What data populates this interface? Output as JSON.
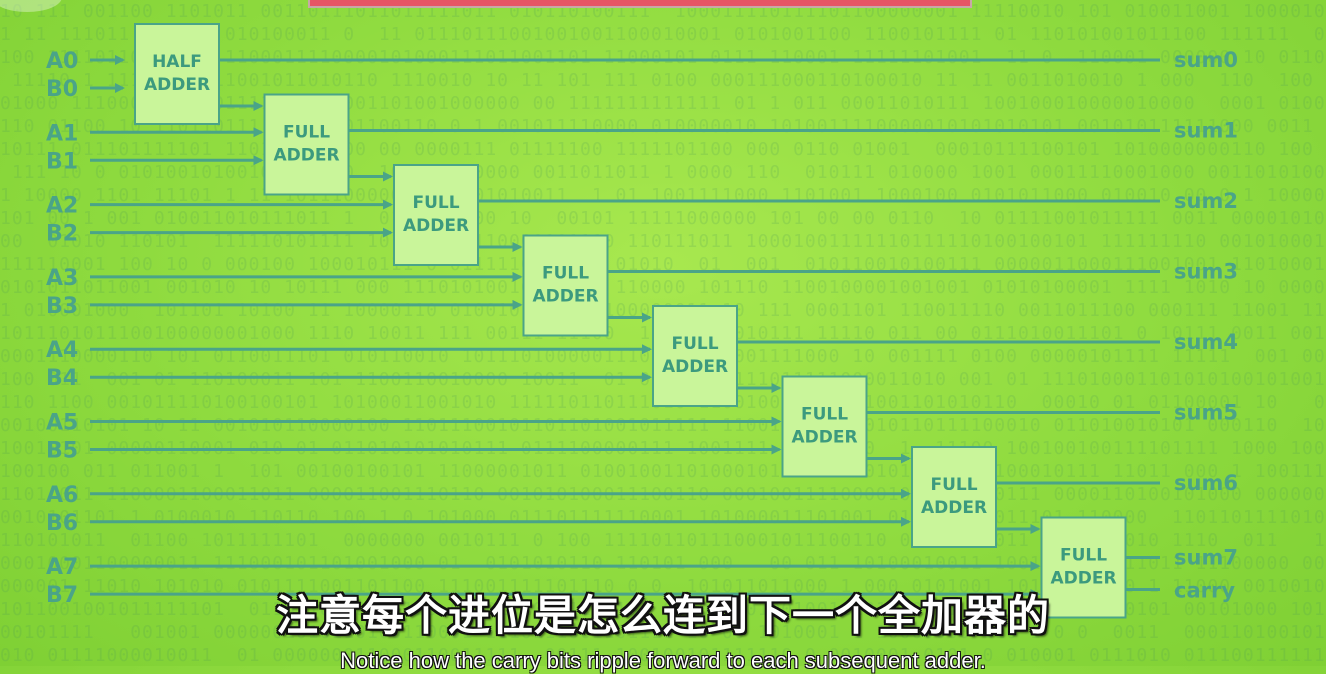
{
  "diagram": {
    "inputs": [
      {
        "a": "A0",
        "b": "B0"
      },
      {
        "a": "A1",
        "b": "B1"
      },
      {
        "a": "A2",
        "b": "B2"
      },
      {
        "a": "A3",
        "b": "B3"
      },
      {
        "a": "A4",
        "b": "B4"
      },
      {
        "a": "A5",
        "b": "B5"
      },
      {
        "a": "A6",
        "b": "B6"
      },
      {
        "a": "A7",
        "b": "B7"
      }
    ],
    "adders": [
      {
        "line1": "HALF",
        "line2": "ADDER"
      },
      {
        "line1": "FULL",
        "line2": "ADDER"
      },
      {
        "line1": "FULL",
        "line2": "ADDER"
      },
      {
        "line1": "FULL",
        "line2": "ADDER"
      },
      {
        "line1": "FULL",
        "line2": "ADDER"
      },
      {
        "line1": "FULL",
        "line2": "ADDER"
      },
      {
        "line1": "FULL",
        "line2": "ADDER"
      },
      {
        "line1": "FULL",
        "line2": "ADDER"
      }
    ],
    "outputs": [
      "sum0",
      "sum1",
      "sum2",
      "sum3",
      "sum4",
      "sum5",
      "sum6",
      "sum7"
    ],
    "carry_out": "carry"
  },
  "subtitles": {
    "chinese": "注意每个进位是怎么连到下一个全加器的",
    "english": "Notice how the carry bits ripple forward to each subsequent adder."
  },
  "colors": {
    "background": "#8fdb3f",
    "wire": "#4aa488",
    "box_fill": "#c9f59a",
    "box_border": "#4aa488",
    "banner": "#e65565"
  }
}
